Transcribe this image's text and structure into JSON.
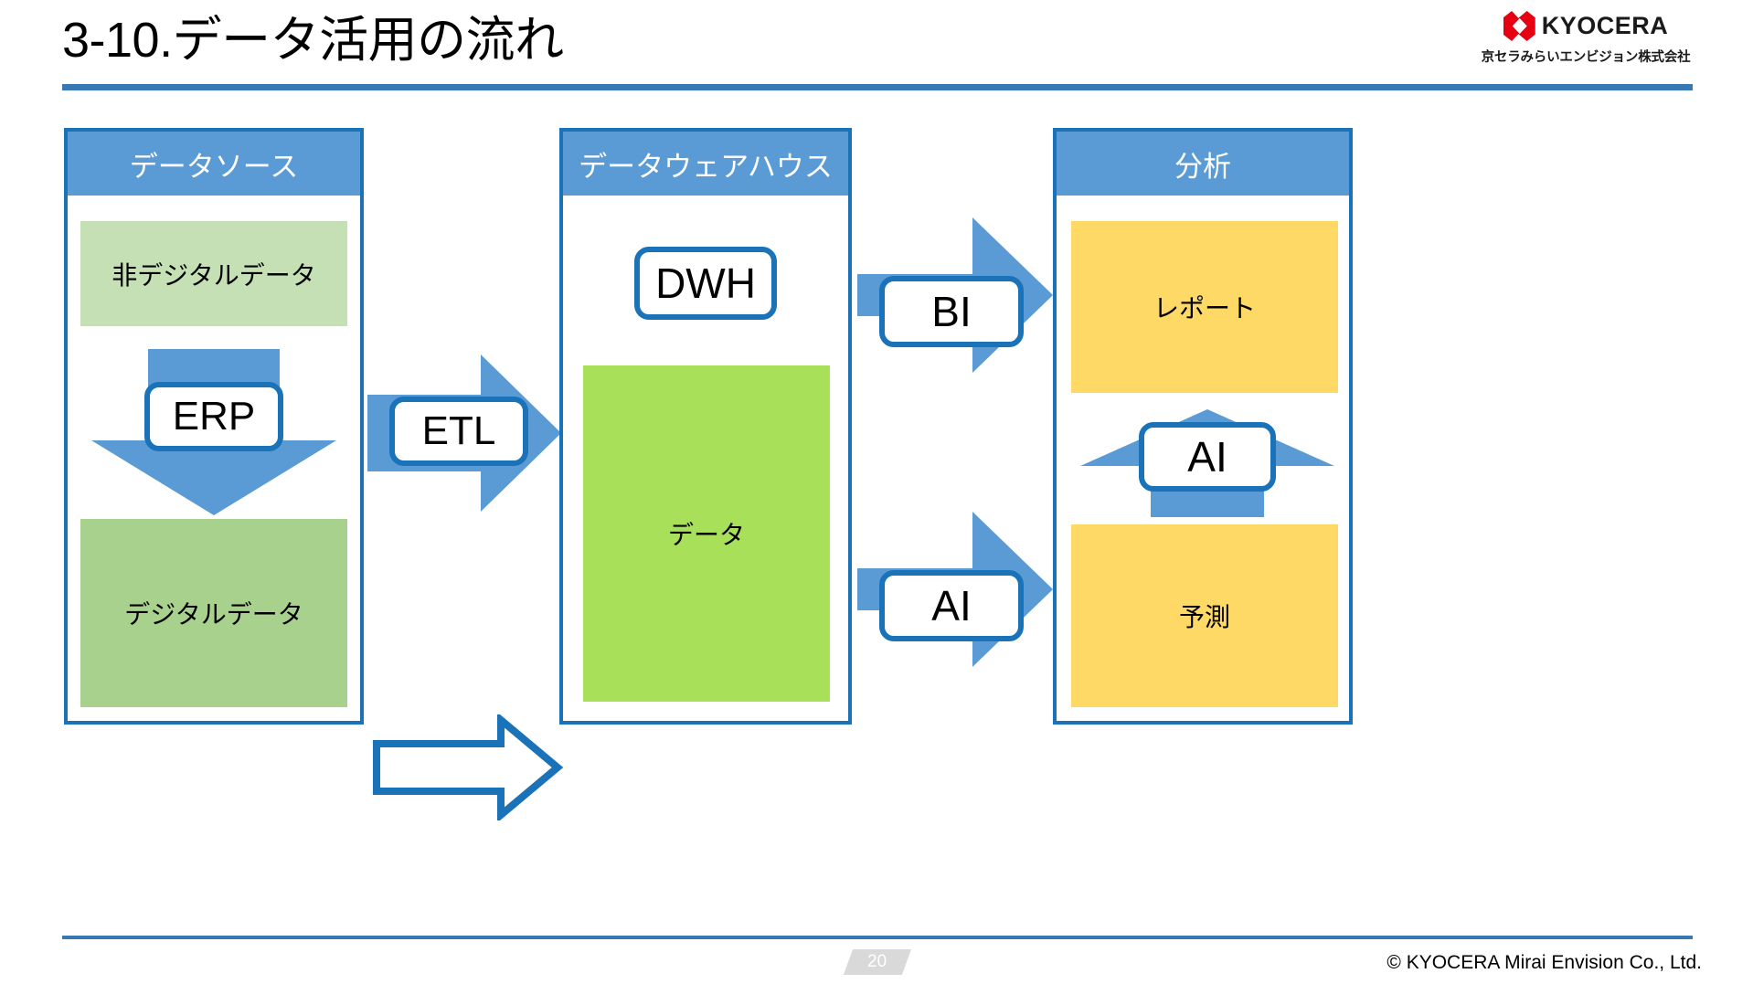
{
  "slide": {
    "title": "3-10.データ活用の流れ",
    "page_number": "20",
    "copyright": "© KYOCERA Mirai Envision Co., Ltd.",
    "accent_color": "#3878b4"
  },
  "logo": {
    "wordmark": "KYOCERA",
    "company": "京セラみらいエンビジョン株式会社",
    "mark_color": "#e60012"
  },
  "columns": [
    {
      "id": "data-source",
      "header": "データソース",
      "header_color": "#5b9bd5",
      "border_color": "#1a72b8",
      "boxes": [
        {
          "label": "非デジタルデータ",
          "color": "#c5e0b4"
        },
        {
          "label": "デジタルデータ",
          "color": "#a9d18e"
        }
      ]
    },
    {
      "id": "data-warehouse",
      "header": "データウェアハウス",
      "header_color": "#5b9bd5",
      "border_color": "#1a72b8",
      "boxes": [
        {
          "label": "データ",
          "color": "#a9e05a"
        }
      ]
    },
    {
      "id": "analysis",
      "header": "分析",
      "header_color": "#5b9bd5",
      "border_color": "#1a72b8",
      "boxes": [
        {
          "label": "レポート",
          "color": "#ffd966"
        },
        {
          "label": "予測",
          "color": "#ffd966"
        }
      ]
    }
  ],
  "chips": {
    "erp": "ERP",
    "etl": "ETL",
    "dwh": "DWH",
    "bi": "BI",
    "ai_center": "AI",
    "ai_predict": "AI"
  },
  "arrows": {
    "erp_down": {
      "direction": "down",
      "style": "filled",
      "color": "#5b9bd5"
    },
    "etl_right": {
      "direction": "right-up",
      "style": "filled",
      "color": "#5b9bd5"
    },
    "digital_right": {
      "direction": "right",
      "style": "outline",
      "color": "#1a72b8"
    },
    "bi_right": {
      "direction": "right-down",
      "style": "filled",
      "color": "#5b9bd5"
    },
    "ai_up": {
      "direction": "up",
      "style": "filled",
      "color": "#5b9bd5"
    },
    "ai_right": {
      "direction": "right-up",
      "style": "filled",
      "color": "#5b9bd5"
    }
  }
}
